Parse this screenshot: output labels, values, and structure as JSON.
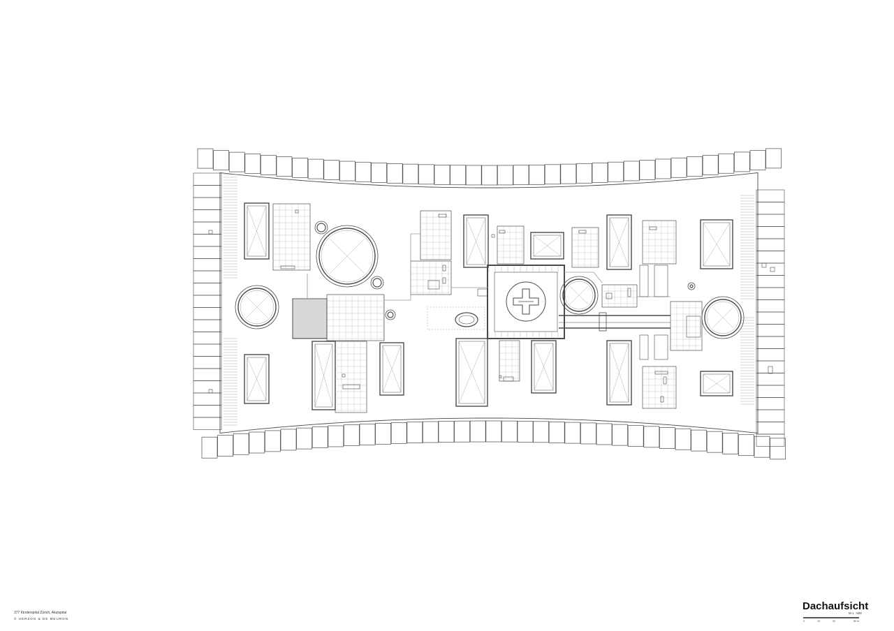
{
  "drawing": {
    "project": "377 Kinderspital Zürich, Akutspital",
    "office": "© HERZOG & DE MEURON",
    "title": "Dachaufsicht",
    "scale": "M 1 : 500",
    "scale_ticks": [
      "0",
      "10",
      "20",
      "50 m"
    ]
  },
  "colors": {
    "line": "#4a4a4a",
    "light_line": "#9a9a9a",
    "grid": "#c8c8c8",
    "background": "#ffffff"
  }
}
